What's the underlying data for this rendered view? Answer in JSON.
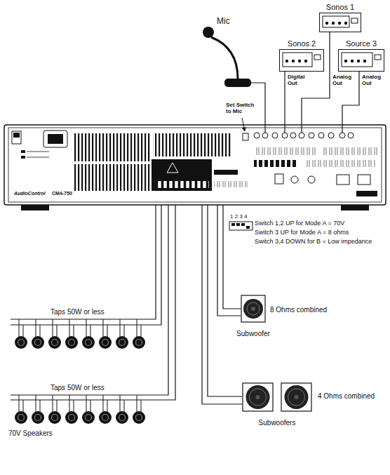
{
  "diagram": {
    "nodes": [
      {
        "text": [
          "AudioControl",
          "CM4-750"
        ]
      },
      {
        "text": [
          "Mic"
        ]
      },
      {
        "text": [
          "Sonos 1"
        ]
      },
      {
        "text": [
          "Sonos 2"
        ]
      },
      {
        "text": [
          "Source 3"
        ]
      },
      {
        "text": [
          "Subwoofer"
        ]
      },
      {
        "text": [
          "Subwoofers"
        ]
      }
    ],
    "edges": [
      {
        "from": 1,
        "to": 0,
        "arrow": "none"
      },
      {
        "from": 3,
        "to": 0,
        "label": "Digital Out",
        "arrow": "none"
      },
      {
        "from": 2,
        "to": 0,
        "label": "Analog Out",
        "arrow": "none"
      },
      {
        "from": 4,
        "to": 0,
        "label": "Analog Out",
        "arrow": "none"
      },
      {
        "from": 0,
        "to": 5,
        "arrow": "none"
      },
      {
        "from": 0,
        "to": 6,
        "arrow": "none"
      }
    ],
    "labels": [
      "Set Switch to Mic",
      "1 2 3 4",
      "Switch 1,2 UP for Mode A = 70V",
      "Switch 3 UP for Mode A = 8 ohms",
      "Switch 3,4 DOWN for B = Low impedance",
      "Taps 50W or less",
      "Taps 50W or less",
      "70V Speakers",
      "8 Ohms combined",
      "4 Ohms combined"
    ]
  }
}
